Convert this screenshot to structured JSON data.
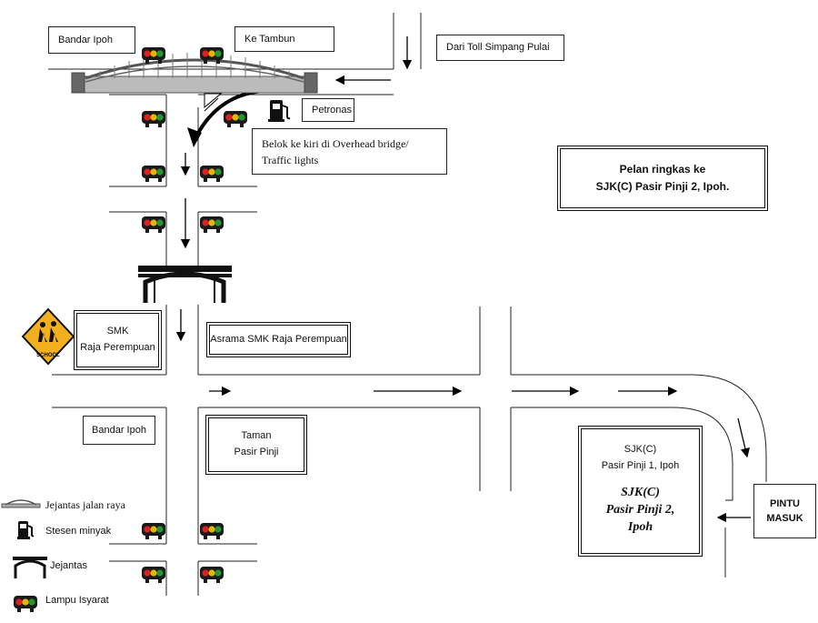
{
  "labels": {
    "bandar_ipoh_top": "Bandar Ipoh",
    "ke_tambun": "Ke Tambun",
    "dari_toll": "Dari Toll Simpang Pulai",
    "petronas": "Petronas",
    "instruction": "Belok ke kiri di Overhead bridge/ Traffic lights",
    "title_line1": "Pelan ringkas ke",
    "title_line2": "SJK(C) Pasir Pinji 2, Ipoh.",
    "smk_line1": "SMK",
    "smk_line2": "Raja Perempuan",
    "asrama": "Asrama SMK Raja Perempuan",
    "bandar_ipoh_bottom": "Bandar Ipoh",
    "taman_line1": "Taman",
    "taman_line2": "Pasir Pinji",
    "sjkc1_line1": "SJK(C)",
    "sjkc1_line2": "Pasir Pinji 1, Ipoh",
    "sjkc2_line1": "SJK(C)",
    "sjkc2_line2": "Pasir Pinji 2,",
    "sjkc2_line3": "Ipoh",
    "pintu_line1": "PINTU",
    "pintu_line2": "MASUK",
    "school_sign": "SCHOOL"
  },
  "legend": {
    "overhead_bridge": "Jejantas jalan raya",
    "petrol_station": "Stesen minyak",
    "bridge": "Jejantas",
    "traffic_lights": "Lampu Isyarat"
  },
  "icons": {
    "traffic_light": "traffic-light-icon",
    "petrol": "petrol-pump-icon",
    "bridge": "bridge-icon",
    "arch_bridge": "overhead-bridge-icon",
    "school": "school-sign-icon"
  },
  "colors": {
    "light_red": "#e02020",
    "light_amber": "#e8b400",
    "light_green": "#1f9a2e",
    "school_yellow": "#f2b01e"
  }
}
